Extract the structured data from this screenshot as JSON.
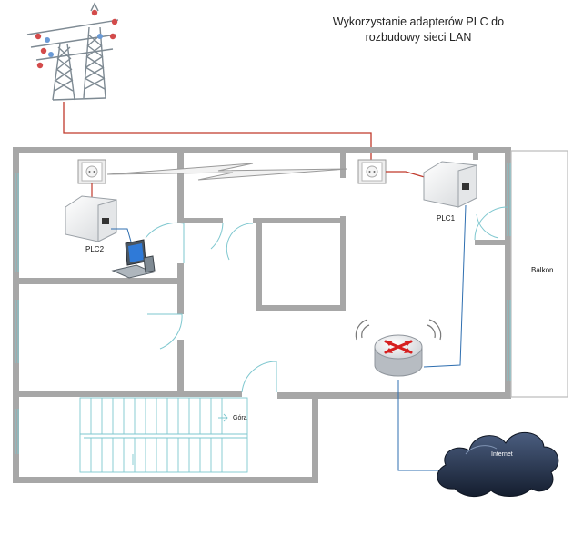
{
  "title_line1": "Wykorzystanie adapterów PLC do",
  "title_line2": "rozbudowy sieci LAN",
  "labels": {
    "plc1": "PLC1",
    "plc2": "PLC2",
    "balcony": "Balkon",
    "stairs_up": "Góra",
    "internet": "Internet"
  },
  "icons": [
    "power-pylon-icon",
    "wall-socket-icon",
    "plc-adapter-icon",
    "router-icon",
    "laptop-icon",
    "cloud-icon",
    "lightning-icon"
  ],
  "colors": {
    "wall": "#a7a7a7",
    "power_line": "#c0392b",
    "ethernet": "#2f6fb0",
    "window": "#7ec7cf",
    "cloud": "#2a3a55",
    "router_arrows": "#d61f1f"
  }
}
